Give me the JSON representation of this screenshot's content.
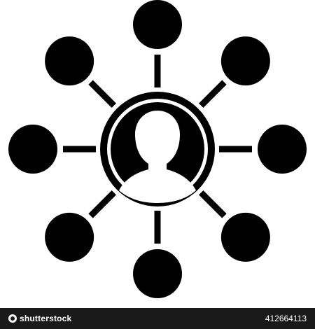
{
  "colors": {
    "icon": "#000000",
    "background": "#ffffff",
    "footer_bg": "#1a1a1a",
    "footer_text": "#ffffff"
  },
  "icon": {
    "name": "network-people-icon",
    "center": "user-avatar-icon",
    "satellite_count": 8
  },
  "footer": {
    "brand_bold": "shutterstock",
    "brand_light": "",
    "image_id": "412664113"
  }
}
